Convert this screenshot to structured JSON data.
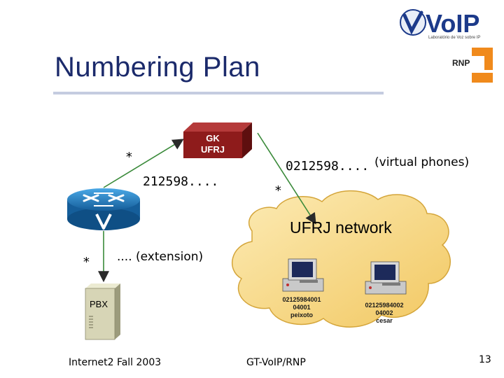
{
  "slide": {
    "title": "Numbering Plan",
    "page_number": "13"
  },
  "logos": {
    "voip_text": "VoIP",
    "voip_tagline": "Laboratório de Voz sobre IP",
    "rnp_text": "RNP"
  },
  "diagram": {
    "gatekeeper": {
      "line1": "GK",
      "line2": "UFRJ",
      "color": "#8e1b1b"
    },
    "router_prefix": "212598....",
    "virtual_prefix": "0212598....",
    "virtual_note": "(virtual phones)",
    "extension_note": ".... (extension)",
    "wildcard": "*",
    "network_label": "UFRJ network",
    "pbx_label": "PBX",
    "hosts": [
      {
        "number": "02125984001",
        "ext": "04001",
        "user": "peixoto"
      },
      {
        "number": "02125984002",
        "ext": "04002",
        "user": "cesar"
      }
    ],
    "arrow_color": "#3a8a3a",
    "router_color": "#1f7fc4",
    "cloud_color": "#f7dc8e"
  },
  "footer": {
    "left": "Internet2 Fall 2003",
    "center": "GT-VoIP/RNP"
  }
}
